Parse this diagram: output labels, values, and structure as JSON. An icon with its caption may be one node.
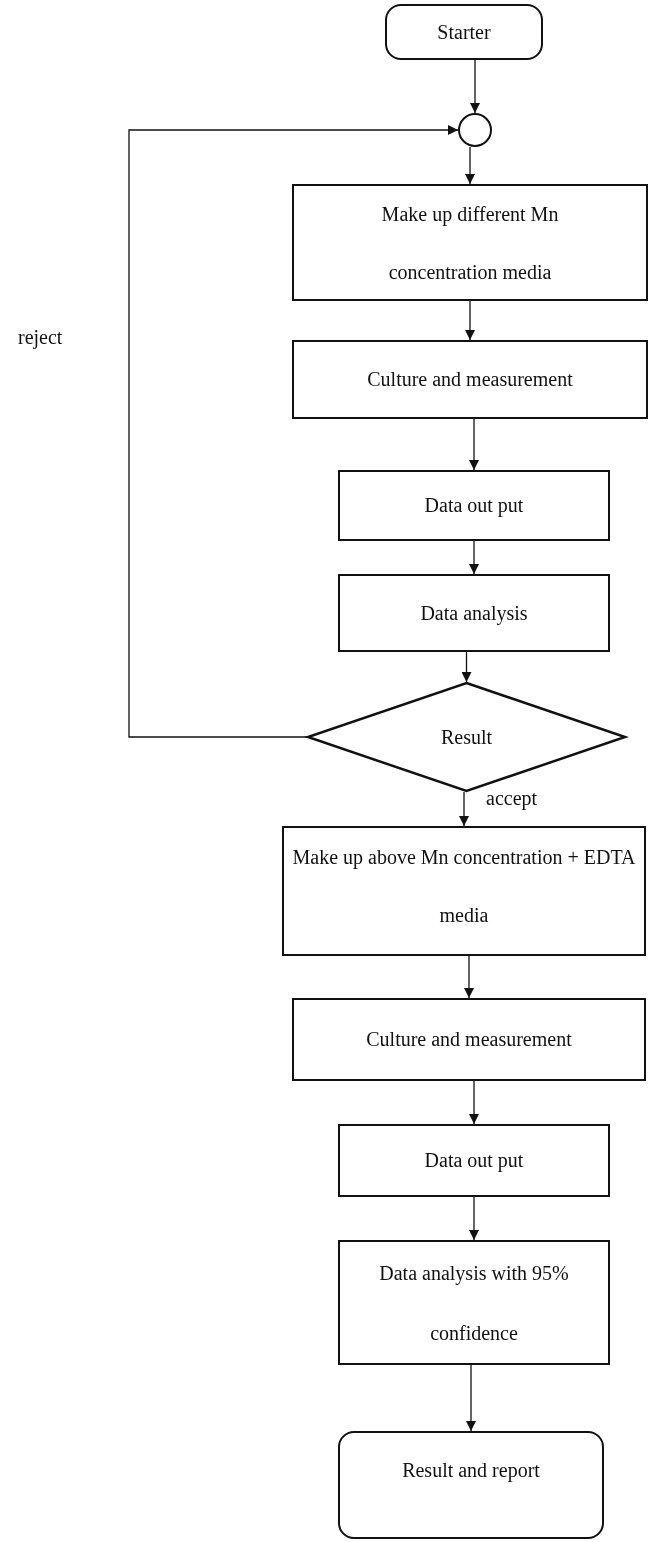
{
  "diagram": {
    "nodes": [
      {
        "text": [
          "Starter"
        ]
      },
      {
        "text": [],
        "shape": "circle"
      },
      {
        "text": [
          "Make up different Mn concentration media"
        ]
      },
      {
        "text": [
          "Culture and measurement"
        ]
      },
      {
        "text": [
          "Data out put"
        ]
      },
      {
        "text": [
          "Data analysis"
        ]
      },
      {
        "text": [
          "Result"
        ]
      },
      {
        "text": [
          "Make up above Mn concentration + EDTA media"
        ]
      },
      {
        "text": [
          "Culture and measurement"
        ]
      },
      {
        "text": [
          "Data out put"
        ]
      },
      {
        "text": [
          "Data analysis with 95% confidence"
        ]
      },
      {
        "text": [
          "Result and report"
        ]
      }
    ],
    "edges": [
      {
        "from": 0,
        "to": 1,
        "arrow": "to"
      },
      {
        "from": 1,
        "to": 2,
        "arrow": "to"
      },
      {
        "from": 2,
        "to": 3,
        "arrow": "to"
      },
      {
        "from": 3,
        "to": 4,
        "arrow": "to"
      },
      {
        "from": 4,
        "to": 5,
        "arrow": "to"
      },
      {
        "from": 5,
        "to": 6,
        "arrow": "to"
      },
      {
        "from": 6,
        "to": 1,
        "arrow": "to",
        "label": "reject"
      },
      {
        "from": 6,
        "to": 7,
        "arrow": "to",
        "label": "accept"
      },
      {
        "from": 7,
        "to": 8,
        "arrow": "to"
      },
      {
        "from": 8,
        "to": 9,
        "arrow": "to"
      },
      {
        "from": 9,
        "to": 10,
        "arrow": "to"
      },
      {
        "from": 10,
        "to": 11,
        "arrow": "to"
      }
    ]
  }
}
